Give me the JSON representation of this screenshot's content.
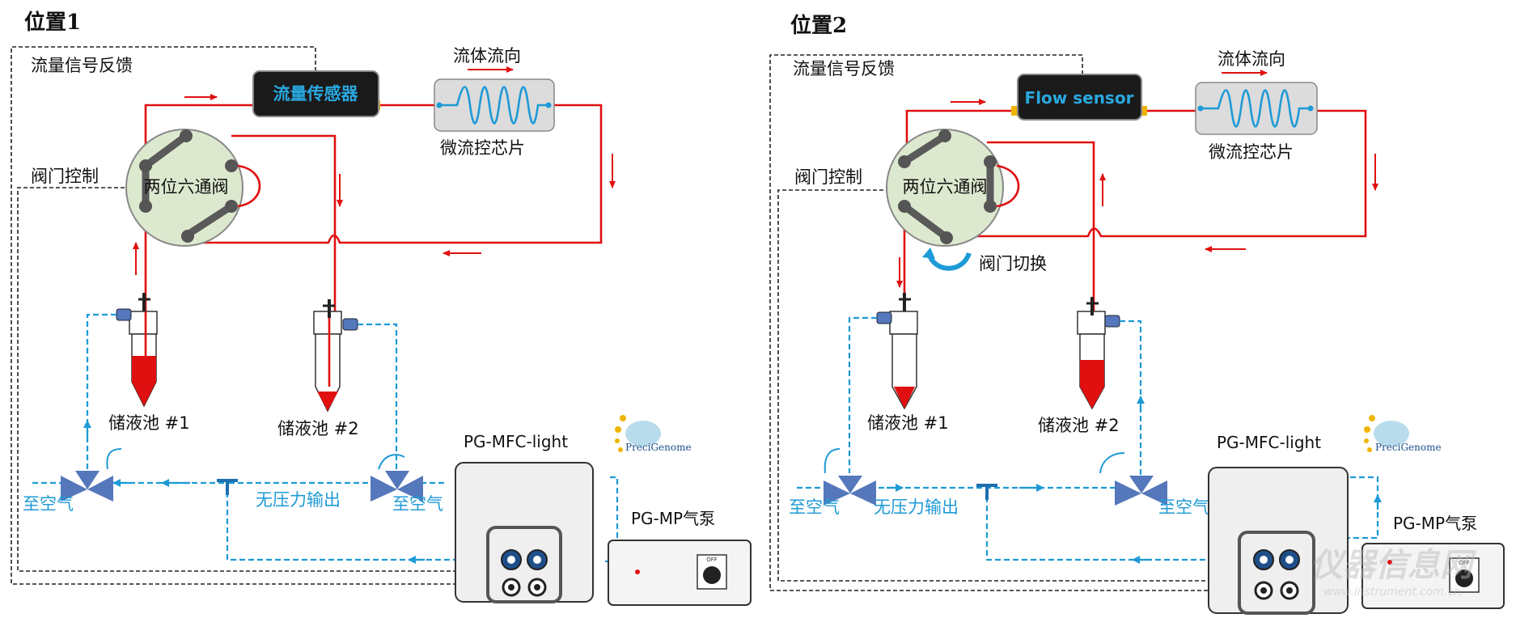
{
  "colors": {
    "flow_red": "#e01010",
    "air_blue": "#1e9ad6",
    "sensor_bg": "#1a1a1a",
    "sensor_text": "#29a8e0",
    "valve_green": "#dde9cf",
    "valve_port": "#5a5a5a",
    "chip_bg": "#dcdcdc",
    "fitting_yellow": "#f0b400",
    "pinch_valve_blue": "#5577bb"
  },
  "panel1": {
    "title": "位置1",
    "feedback_label": "流量信号反馈",
    "valve_control_label": "阀门控制",
    "flow_direction_label": "流体流向",
    "sensor_label": "流量传感器",
    "chip_label": "微流控芯片",
    "valve_label": "两位六通阀",
    "reservoir1_label": "储液池 #1",
    "reservoir2_label": "储液池 #2",
    "to_air_left": "至空气",
    "to_air_right": "至空气",
    "no_pressure_label": "无压力输出",
    "mfc_label": "PG-MFC-light",
    "pump_label": "PG-MP气泵",
    "brand_label": "PreciGenome",
    "switch_label": "OFF"
  },
  "panel2": {
    "title": "位置2",
    "feedback_label": "流量信号反馈",
    "valve_control_label": "阀门控制",
    "flow_direction_label": "流体流向",
    "sensor_label": "Flow sensor",
    "chip_label": "微流控芯片",
    "valve_label": "两位六通阀",
    "valve_switch_label": "阀门切换",
    "reservoir1_label": "储液池  #1",
    "reservoir2_label": "储液池 #2",
    "to_air_left": "至空气",
    "to_air_right": "至空气",
    "no_pressure_label": "无压力输出",
    "mfc_label": "PG-MFC-light",
    "pump_label": "PG-MP气泵",
    "brand_label": "PreciGenome",
    "switch_label": "OFF"
  },
  "watermark": {
    "main": "仪器信息网",
    "url": "www.instrument.com.cn"
  }
}
